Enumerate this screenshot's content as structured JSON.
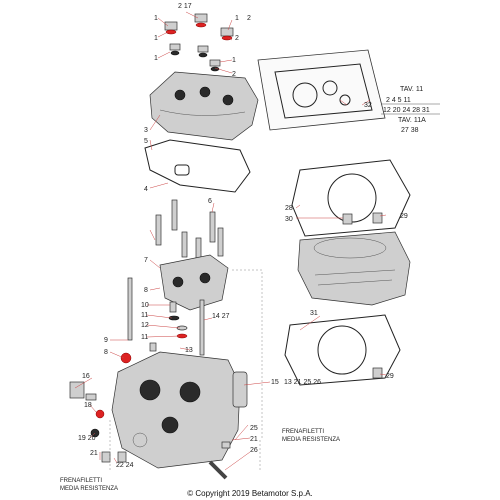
{
  "callouts": {
    "c_1a": "1",
    "c_2_17": "2 17",
    "c_1b": "1",
    "c_2a": "2",
    "c_1c": "1",
    "c_2b": "2",
    "c_1d": "1",
    "c_2c": "2",
    "c_3": "3",
    "c_5": "5",
    "c_4": "4",
    "c_6": "6",
    "c_7": "7",
    "c_8": "8",
    "c_9": "9",
    "c_10": "10",
    "c_11a": "11",
    "c_12": "12",
    "c_11b": "11",
    "c_13": "13",
    "c_14_27": "14 27",
    "c_16": "16",
    "c_18": "18",
    "c_19_20": "19 20",
    "c_21a": "21",
    "c_22_24": "22 24",
    "c_25": "25",
    "c_21b": "21",
    "c_26": "26",
    "c_15": "15",
    "c_15_group": "13 21 25 26",
    "c_28": "28",
    "c_30": "30",
    "c_29a": "29",
    "c_31": "31",
    "c_29b": "29",
    "c_32": "32"
  },
  "kit_table": {
    "rows": [
      "TAV. 11",
      "2  4  5  11",
      "12 20 24 28 31",
      "TAV. 11A",
      "27 38"
    ]
  },
  "notes": {
    "frenafiletti_1": "FRENAFILETTI",
    "media_1": "MEDIA RESISTENZA",
    "frenafiletti_2": "FRENAFILETTI",
    "media_2": "MEDIA RESISTENZA"
  },
  "footer": {
    "copyright": "© Copyright 2019 Betamotor S.p.A."
  },
  "colors": {
    "seal_red": "#d22222",
    "part_grey": "#cfcfcf",
    "line_red": "#cc4444"
  }
}
